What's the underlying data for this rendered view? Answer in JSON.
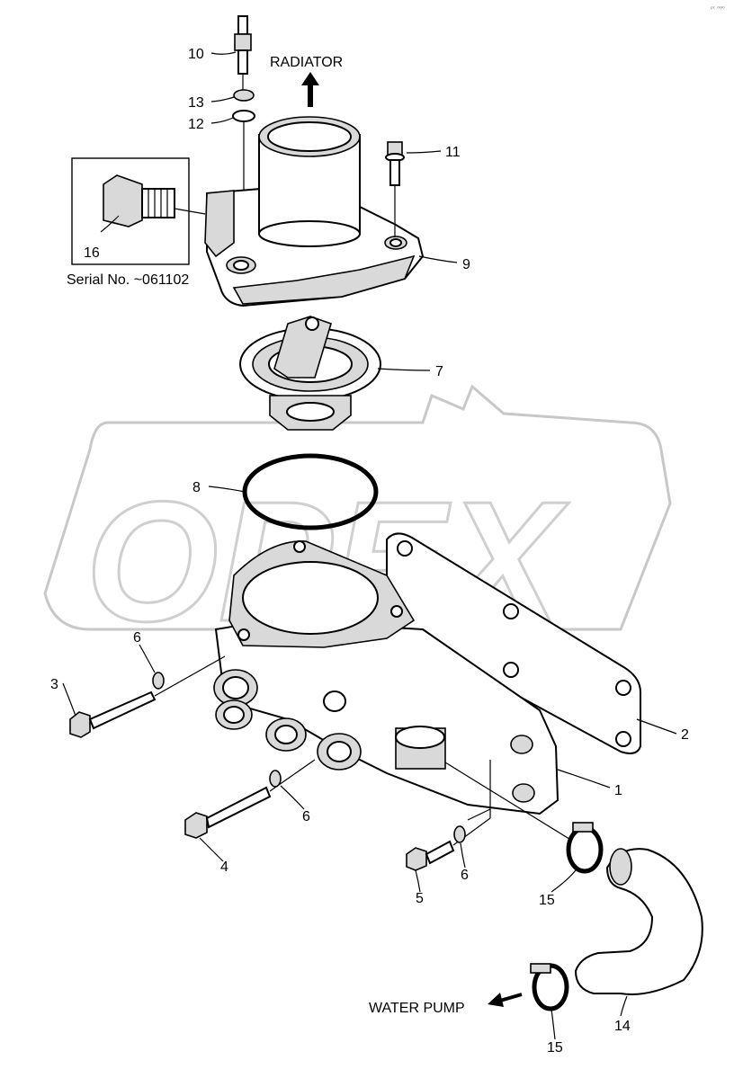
{
  "watermark": "OPEX",
  "corner_mark": "ᵖᵗ ⁰⁰⁰",
  "annotations": {
    "radiator": "RADIATOR",
    "water_pump": "WATER PUMP",
    "serial_note": "Serial No. ~061102"
  },
  "callouts": {
    "c10": "10",
    "c13": "13",
    "c12": "12",
    "c11": "11",
    "c16": "16",
    "c9": "9",
    "c7": "7",
    "c8": "8",
    "c6a": "6",
    "c3": "3",
    "c2": "2",
    "c1": "1",
    "c6b": "6",
    "c4": "4",
    "c5": "5",
    "c6c": "6",
    "c15a": "15",
    "c14": "14",
    "c15b": "15"
  },
  "icons": {
    "radiator_arrow": "arrow-up-icon",
    "pump_arrow": "arrow-left-icon"
  }
}
